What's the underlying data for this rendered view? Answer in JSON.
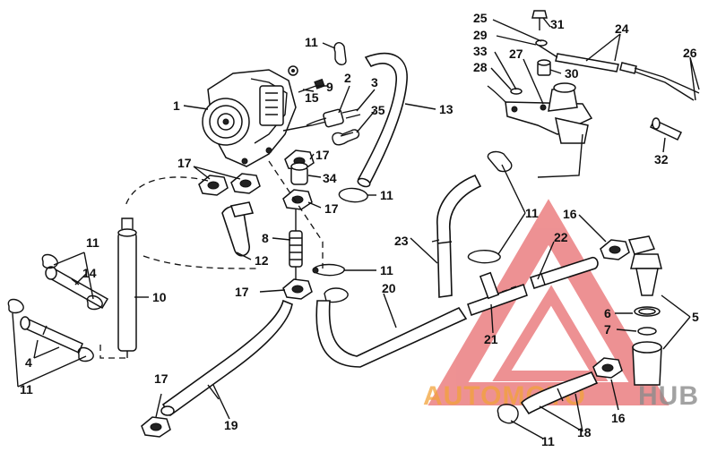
{
  "labels": {
    "n1": "1",
    "n2": "2",
    "n3": "3",
    "n4": "4",
    "n5": "5",
    "n6": "6",
    "n7": "7",
    "n8": "8",
    "n9": "9",
    "n10": "10",
    "n11a": "11",
    "n11b": "11",
    "n11c": "11",
    "n11d": "11",
    "n11e": "11",
    "n11f": "11",
    "n11g": "11",
    "n12": "12",
    "n13": "13",
    "n14": "14",
    "n15": "15",
    "n16a": "16",
    "n16b": "16",
    "n17a": "17",
    "n17b": "17",
    "n17c": "17",
    "n17d": "17",
    "n17e": "17",
    "n18": "18",
    "n19": "19",
    "n20": "20",
    "n21": "21",
    "n22": "22",
    "n23": "23",
    "n24": "24",
    "n25": "25",
    "n26": "26",
    "n27": "27",
    "n28": "28",
    "n29": "29",
    "n30": "30",
    "n31": "31",
    "n32": "32",
    "n33": "33",
    "n34": "34",
    "n35": "35"
  },
  "watermark": {
    "text_orange": "AUTOMOTO",
    "text_gray": "HUB",
    "color_red": "#e0383b",
    "color_orange": "#f2a33a",
    "color_gray": "#8c8c8c"
  }
}
